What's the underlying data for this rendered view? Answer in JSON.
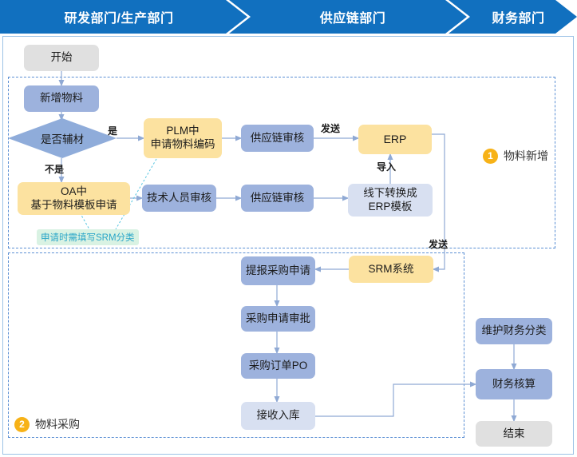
{
  "header": {
    "lanes": [
      {
        "id": "rd-production",
        "label": "研发部门/生产部门"
      },
      {
        "id": "supply-chain",
        "label": "供应链部门"
      },
      {
        "id": "finance",
        "label": "财务部门"
      }
    ]
  },
  "regions": [
    {
      "id": "region-1",
      "number": "1",
      "label": "物料新增"
    },
    {
      "id": "region-2",
      "number": "2",
      "label": "物料采购"
    }
  ],
  "nodes": {
    "start": "开始",
    "add_material": "新增物料",
    "is_aux_material": "是否辅材",
    "plm_apply": "PLM中\n申请物料编码",
    "plm_apply_l1": "PLM中",
    "plm_apply_l2": "申请物料编码",
    "oa_apply_l1": "OA中",
    "oa_apply_l2": "基于物料模板申请",
    "supply_review_1": "供应链审核",
    "supply_review_2": "供应链审核",
    "tech_review": "技术人员审核",
    "erp": "ERP",
    "offline_tpl_l1": "线下转换成",
    "offline_tpl_l2": "ERP模板",
    "srm_system": "SRM系统",
    "submit_purchase": "提报采购申请",
    "purchase_approval": "采购申请审批",
    "purchase_order": "采购订单PO",
    "receive_stock": "接收入库",
    "maintain_fin_class": "维护财务分类",
    "fin_accounting": "财务核算",
    "end": "结束"
  },
  "edge_labels": {
    "yes": "是",
    "no": "不是",
    "send_erp": "发送",
    "import": "导入",
    "send_srm": "发送"
  },
  "annotations": {
    "srm_classification": "申请时需填写SRM分类"
  },
  "colors": {
    "header_blue": "#1170bf",
    "node_blue": "#9db2dd",
    "node_yellow": "#fce2a0",
    "node_light_blue": "#d8e0f1",
    "node_grey": "#e0e0e0",
    "diamond_blue": "#8facda",
    "region_dash": "#5b8fd4",
    "badge_orange": "#f7b217",
    "note_bg": "#d9f2e3",
    "note_text": "#2aa6c8",
    "edge_line": "#8fa9d4",
    "frame_border": "#9dc3e6"
  }
}
